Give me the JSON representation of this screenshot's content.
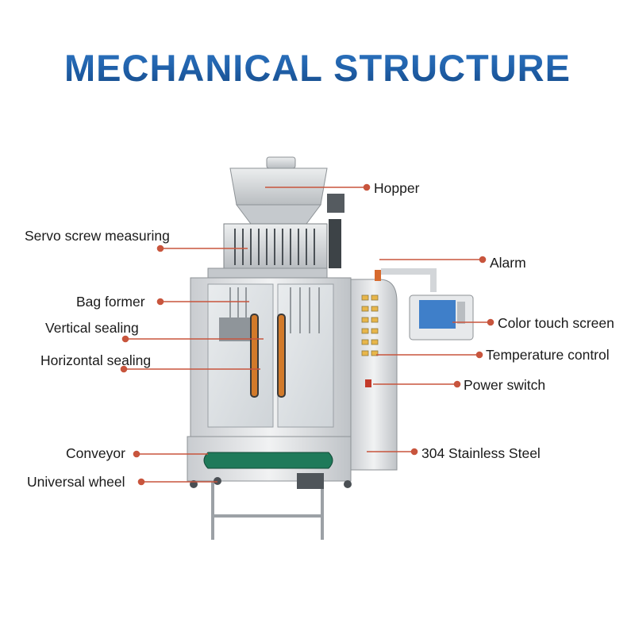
{
  "title": "MECHANICAL STRUCTURE",
  "colors": {
    "title": "#1f5fa8",
    "leader": "#c8553d",
    "steel": "#d9dcdf",
    "belt": "#1f7a5a"
  },
  "labels": {
    "hopper": "Hopper",
    "servo": "Servo screw measuring",
    "alarm": "Alarm",
    "bag_former": "Bag former",
    "vertical_sealing": "Vertical sealing",
    "color_touch_screen": "Color touch screen",
    "temperature_control": "Temperature control",
    "horizontal_sealing": "Horizontal sealing",
    "power_switch": "Power switch",
    "conveyor": "Conveyor",
    "stainless_steel": "304 Stainless Steel",
    "universal_wheel": "Universal wheel"
  }
}
